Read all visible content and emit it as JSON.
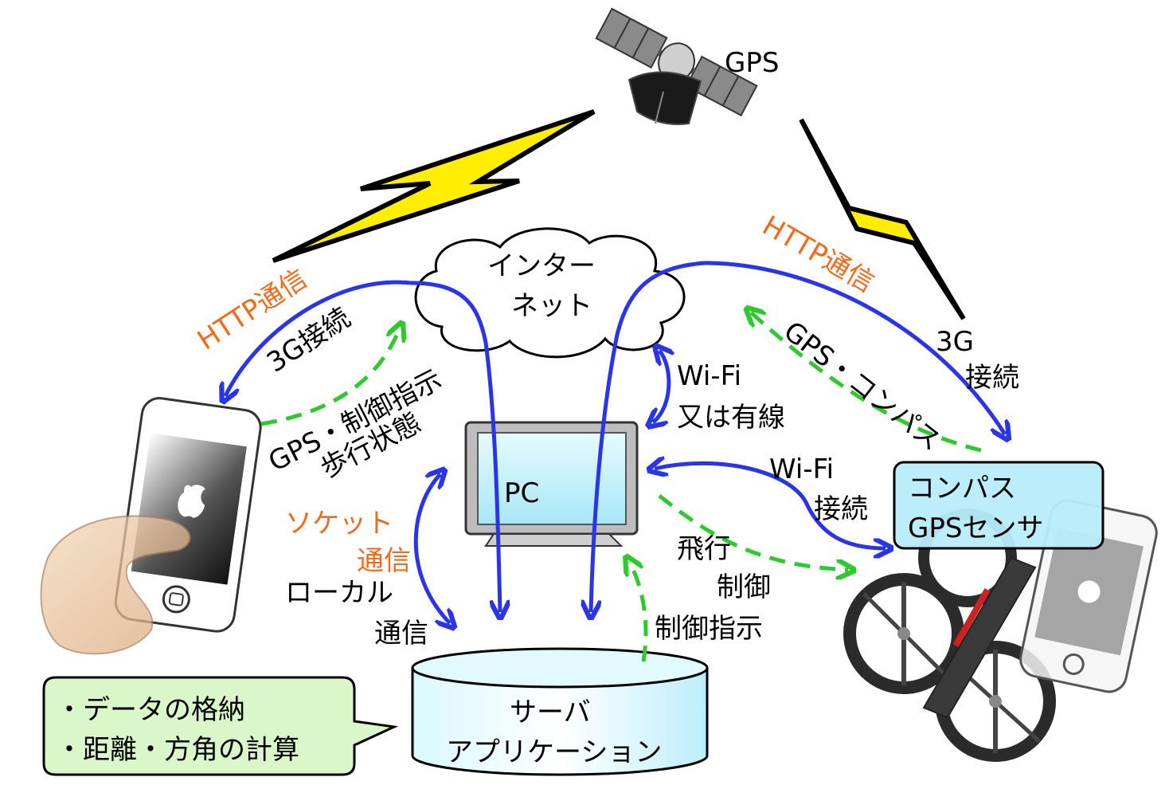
{
  "satellite": {
    "label": "GPS"
  },
  "cloud": {
    "line1": "インター",
    "line2": "ネット"
  },
  "pc": {
    "label": "PC"
  },
  "server": {
    "line1": "サーバ",
    "line2": "アプリケーション"
  },
  "note": {
    "line1": "・データの格納",
    "line2": "・距離・方角の計算"
  },
  "sensor_box": {
    "line1": "コンパス",
    "line2": "GPSセンサ"
  },
  "labels": {
    "http_left": "HTTP通信",
    "g3_left": "3G接続",
    "gps_control_1": "GPS・制御指示",
    "gps_control_2": "歩行状態",
    "socket_1": "ソケット",
    "socket_2": "通信",
    "local_1": "ローカル",
    "local_2": "通信",
    "wifi_top_1": "Wi-Fi",
    "wifi_top_2": "又は有線",
    "http_right": "HTTP通信",
    "gps_compass": "GPS・コンパス",
    "g3_right_1": "3G",
    "g3_right_2": "接続",
    "wifi_mid_1": "Wi-Fi",
    "wifi_mid_2": "接続",
    "flight_1": "飛行",
    "flight_2": "制御",
    "control_cmd": "制御指示"
  },
  "colors": {
    "blue_arrow": "#2a35e8",
    "green_dash": "#2fc92f",
    "orange_text": "#f26a1b",
    "lightning": "#ffee00",
    "cyan_fill": "#c8f4ff",
    "note_fill": "#d9f7c9"
  },
  "icons": [
    "satellite-icon",
    "smartphone-hand-icon",
    "monitor-icon",
    "cloud-icon",
    "database-icon",
    "drone-icon"
  ]
}
